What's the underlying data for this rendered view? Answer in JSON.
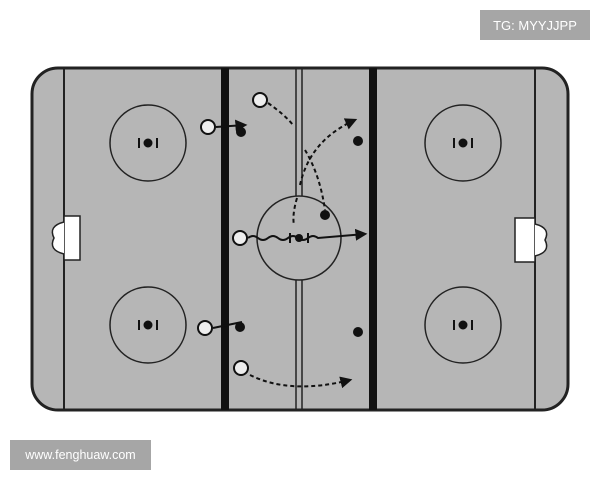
{
  "diagram": {
    "title": "Ice hockey rink play diagram",
    "colors": {
      "ice": "#b4b4b4",
      "line": "#111111",
      "background": "#ffffff"
    }
  },
  "watermarks": {
    "top_right": "TG: MYYJJPP",
    "bottom_left": "www.fenghuaw.com"
  }
}
